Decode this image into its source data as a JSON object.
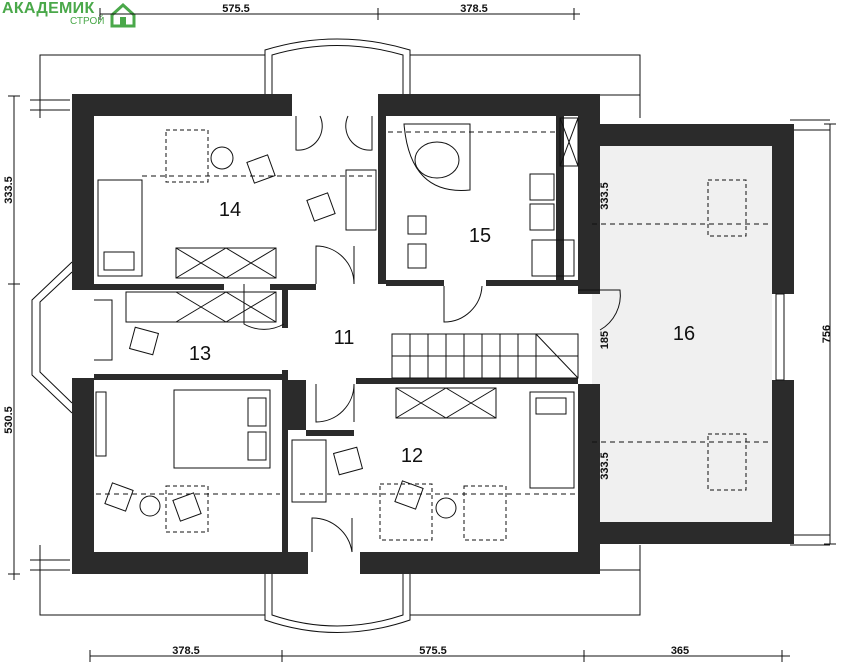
{
  "logo": {
    "text": "АКАДЕМИК",
    "sub": "СТРОЙ"
  },
  "rooms": [
    "11",
    "12",
    "13",
    "14",
    "15",
    "16"
  ],
  "dimensions": {
    "top": [
      "575.5",
      "378.5"
    ],
    "bottom": [
      "378.5",
      "575.5",
      "365"
    ],
    "left": [
      "333.5",
      "530.5"
    ],
    "right": [
      "756"
    ],
    "inner": [
      "333.5",
      "185",
      "333.5"
    ]
  },
  "colors": {
    "wall": "#2b2b2b",
    "logo": "#4aa84a",
    "line": "#111111"
  }
}
